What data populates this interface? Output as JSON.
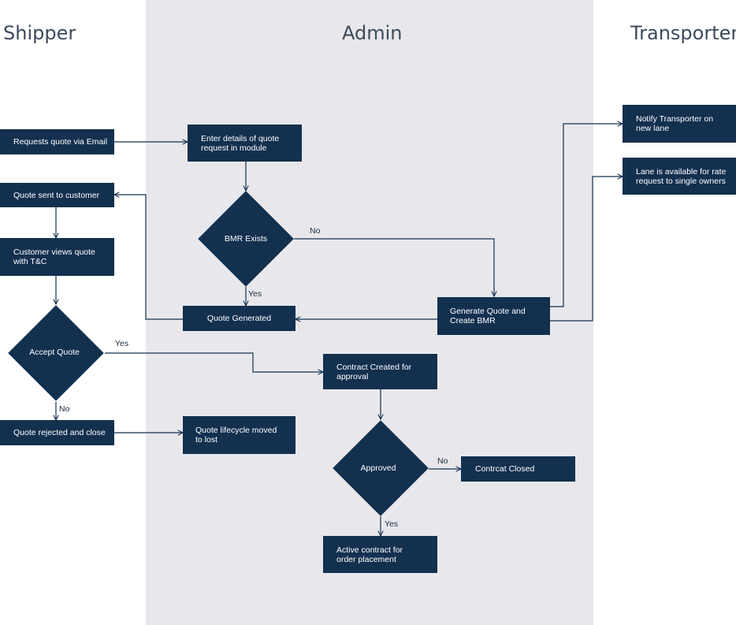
{
  "lanes": {
    "shipper": "Shipper",
    "admin": "Admin",
    "transporter": "Transporter"
  },
  "nodes": {
    "requests_quote": "Requests quote via Email",
    "enter_details": "Enter details of quote request in module",
    "quote_sent": "Quote sent to customer",
    "customer_views": "Customer views quote with T&C",
    "bmr_exists": "BMR Exists",
    "quote_generated": "Quote Generated",
    "generate_quote": "Generate Quote and Create BMR",
    "notify_transporter": "Notify Transporter on new lane",
    "lane_available": "Lane is available for rate request to single owners",
    "accept_quote": "Accept Quote",
    "contract_created": "Contract Created for approval",
    "quote_rejected": "Quote rejected and close",
    "quote_lost": "Quote lifecycle moved to lost",
    "approved": "Approved",
    "contract_closed": "Contrcat Closed",
    "active_contract": "Active contract for order placement"
  },
  "edge_labels": {
    "bmr_no": "No",
    "bmr_yes": "Yes",
    "accept_yes": "Yes",
    "accept_no": "No",
    "approved_no": "No",
    "approved_yes": "Yes"
  },
  "colors": {
    "node_fill": "#13304f",
    "lane_admin_bg": "#e8e8ec",
    "line": "#13304f"
  }
}
